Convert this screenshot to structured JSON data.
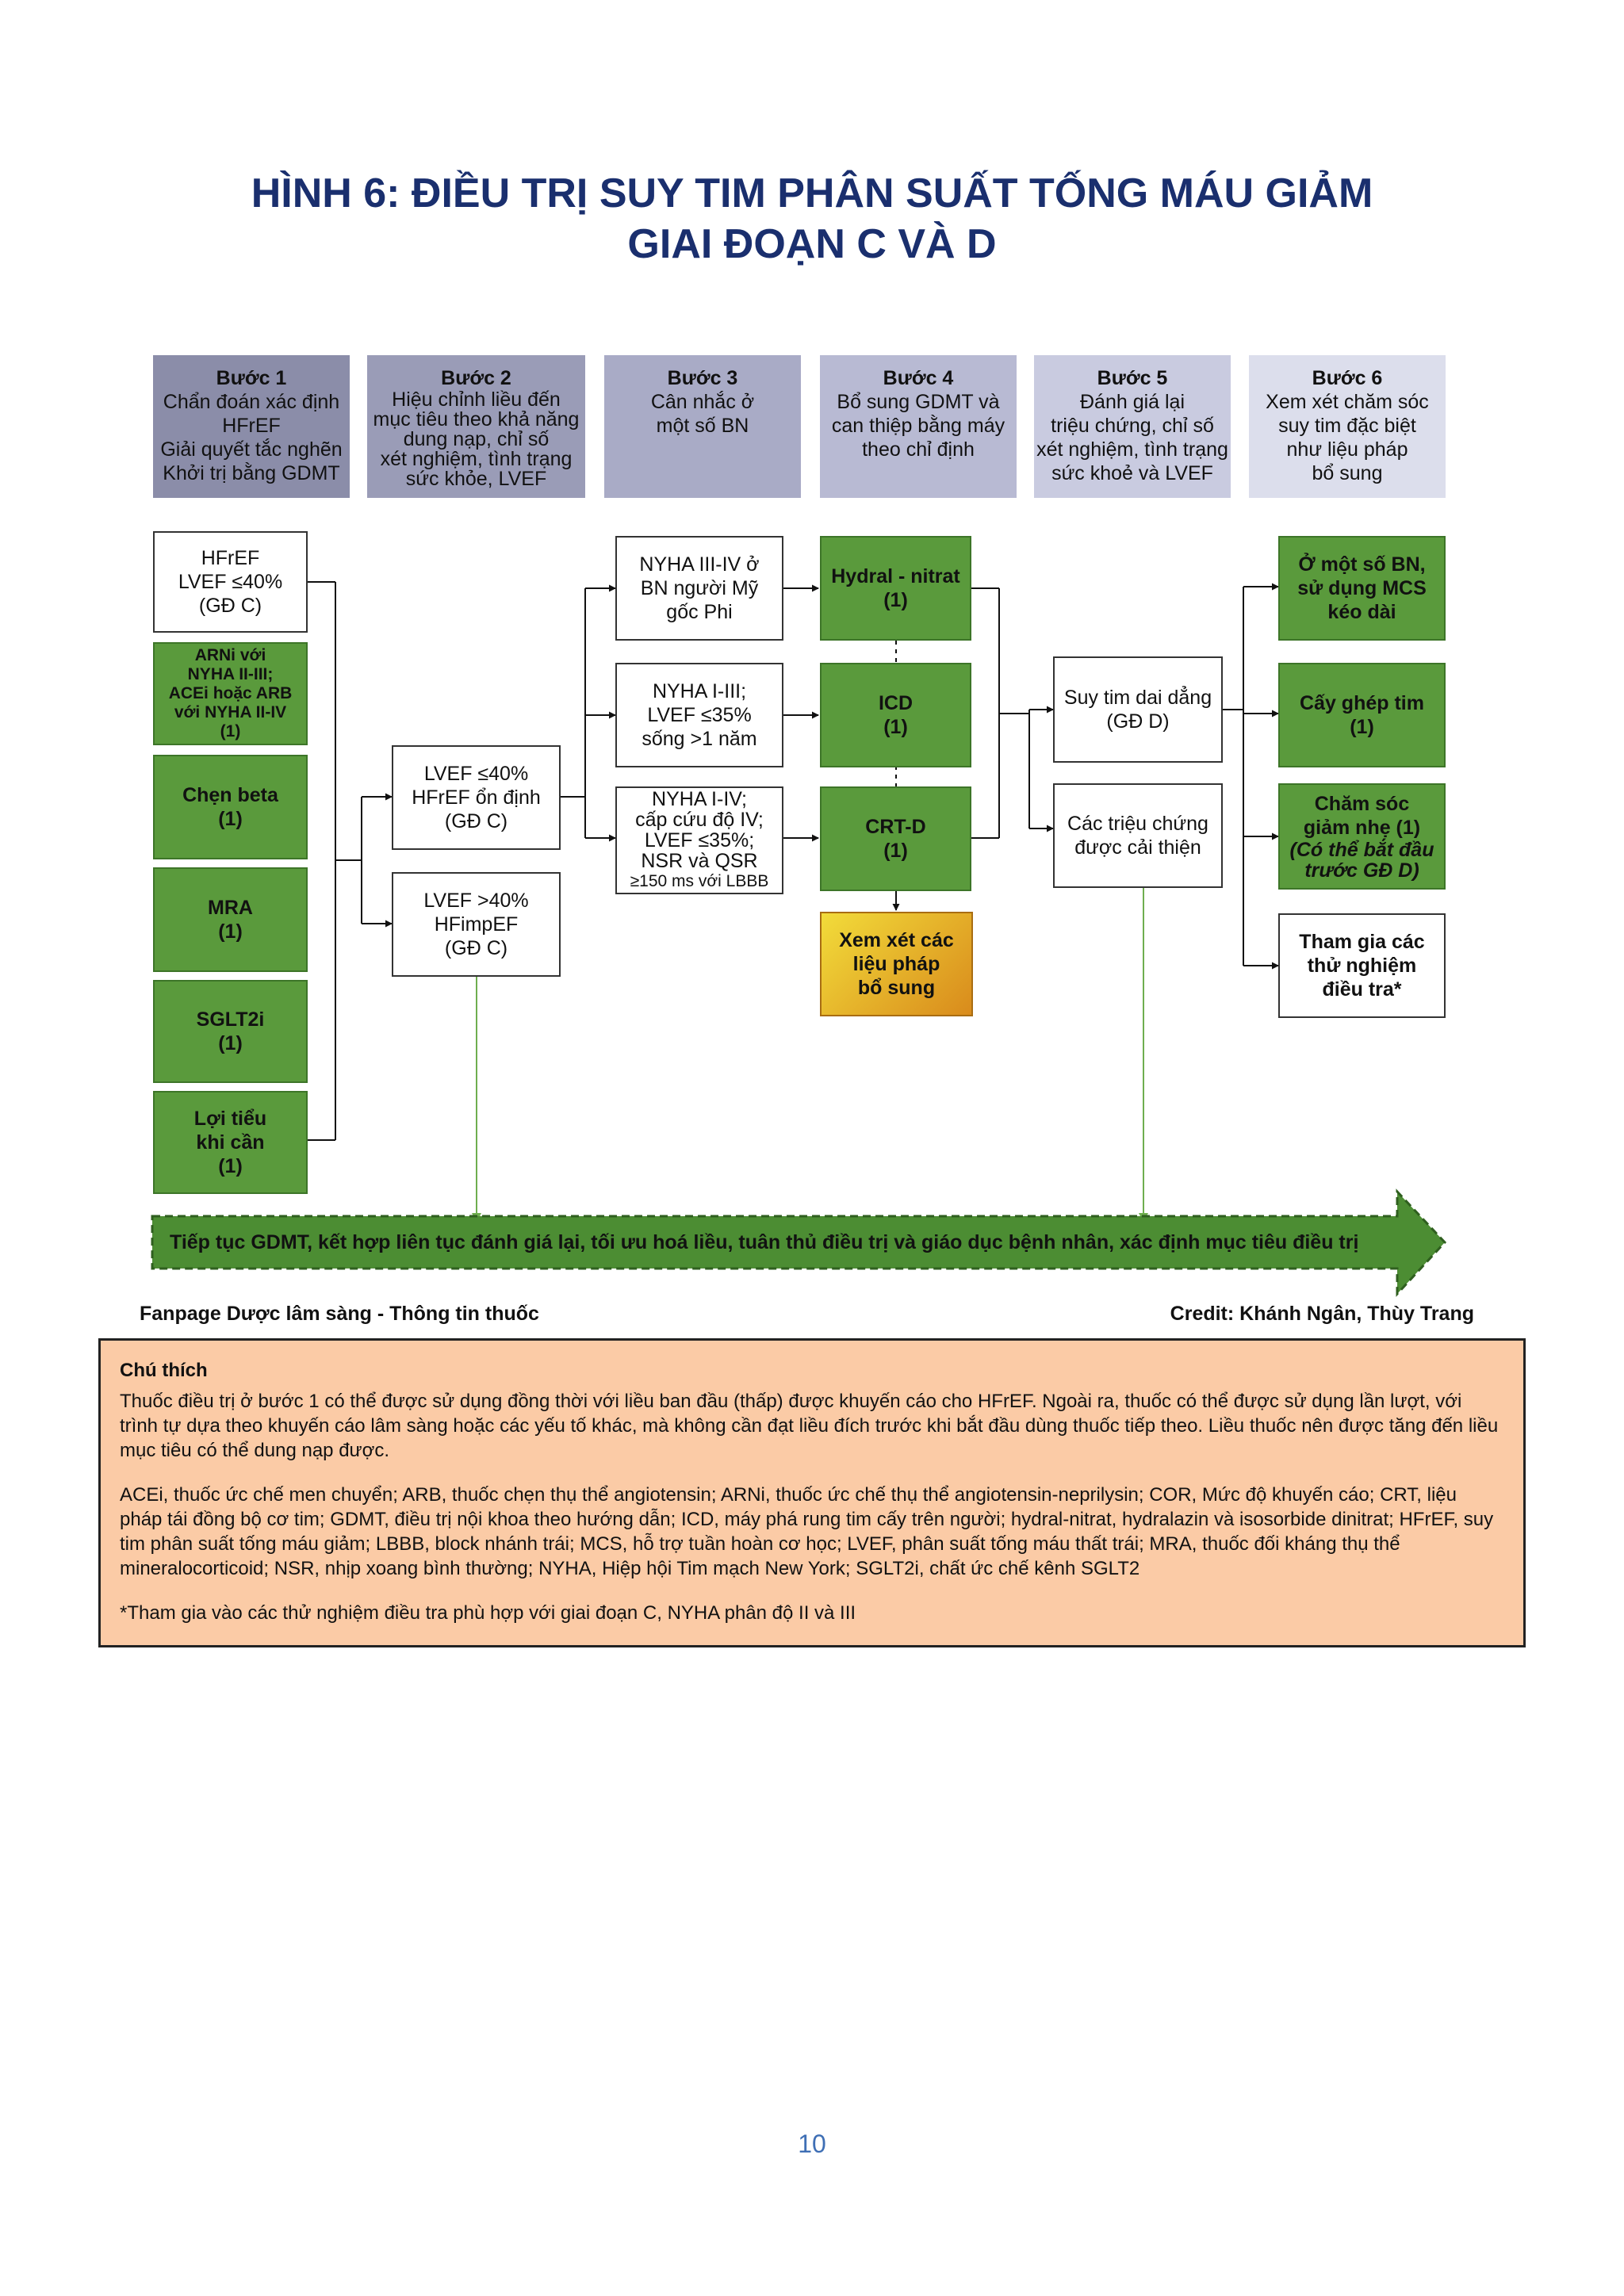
{
  "title": {
    "line1": "HÌNH 6: ĐIỀU TRỊ SUY TIM PHÂN SUẤT TỐNG MÁU GIẢM",
    "line2": "GIAI ĐOẠN C VÀ D"
  },
  "steps": [
    {
      "heading": "Bước 1",
      "lines": [
        "Chẩn đoán xác định",
        "HFrEF",
        "Giải quyết tắc nghẽn",
        "Khởi trị bằng GDMT"
      ]
    },
    {
      "heading": "Bước 2",
      "lines": [
        "Hiệu chỉnh liều đến",
        "mục tiêu theo khả năng",
        "dung nạp, chỉ số",
        "xét nghiệm, tình trạng",
        "sức khỏe, LVEF"
      ]
    },
    {
      "heading": "Bước 3",
      "lines": [
        "Cân nhắc ở",
        "một số BN"
      ]
    },
    {
      "heading": "Bước 4",
      "lines": [
        "Bổ sung GDMT và",
        "can thiệp bằng máy",
        "theo chỉ định"
      ]
    },
    {
      "heading": "Bước 5",
      "lines": [
        "Đánh giá lại",
        "triệu chứng, chỉ số",
        "xét nghiệm, tình trạng",
        "sức khoẻ và LVEF"
      ]
    },
    {
      "heading": "Bước 6",
      "lines": [
        "Xem xét chăm sóc",
        "suy tim đặc biệt",
        "như liệu pháp",
        "bổ sung"
      ]
    }
  ],
  "step1_boxes": [
    {
      "lines": [
        "HFrEF",
        "LVEF ≤40%",
        "(GĐ C)"
      ]
    },
    {
      "lines": [
        "ARNi với",
        "NYHA II-III;",
        "ACEi hoặc ARB",
        "với NYHA II-IV",
        "(1)"
      ]
    },
    {
      "lines": [
        "Chẹn beta",
        "(1)"
      ]
    },
    {
      "lines": [
        "MRA",
        "(1)"
      ]
    },
    {
      "lines": [
        "SGLT2i",
        "(1)"
      ]
    },
    {
      "lines": [
        "Lợi tiểu",
        "khi cần",
        "(1)"
      ]
    }
  ],
  "step2_boxes": [
    {
      "lines": [
        "LVEF ≤40%",
        "HFrEF ổn định",
        "(GĐ C)"
      ]
    },
    {
      "lines": [
        "LVEF >40%",
        "HFimpEF",
        "(GĐ C)"
      ]
    }
  ],
  "step3_boxes": [
    {
      "lines": [
        "NYHA III-IV ở",
        "BN người Mỹ",
        "gốc Phi"
      ]
    },
    {
      "lines": [
        "NYHA I-III;",
        "LVEF ≤35%",
        "sống >1 năm"
      ]
    },
    {
      "lines": [
        "NYHA I-IV;",
        "cấp cứu độ IV;",
        "LVEF ≤35%;",
        "NSR và QSR",
        "≥150 ms với LBBB"
      ]
    }
  ],
  "step4_boxes": [
    {
      "lines": [
        "Hydral - nitrat",
        "(1)"
      ]
    },
    {
      "lines": [
        "ICD",
        "(1)"
      ]
    },
    {
      "lines": [
        "CRT-D",
        "(1)"
      ]
    },
    {
      "lines": [
        "Xem xét các",
        "liệu pháp",
        "bổ sung"
      ]
    }
  ],
  "step5_boxes": [
    {
      "lines": [
        "Suy tim dai dẳng",
        "(GĐ D)"
      ]
    },
    {
      "lines": [
        "Các triệu chứng",
        "được cải thiện"
      ]
    }
  ],
  "step6_boxes": [
    {
      "lines": [
        "Ở một số BN,",
        "sử dụng MCS",
        "kéo dài"
      ]
    },
    {
      "lines": [
        "Cấy ghép tim",
        "(1)"
      ]
    },
    {
      "lines": [
        "Chăm sóc",
        "giảm nhẹ (1)"
      ],
      "italic": [
        "(Có thể bắt đầu",
        "trước GĐ D)"
      ]
    },
    {
      "lines": [
        "Tham gia các",
        "thử nghiệm",
        "điều tra*"
      ]
    }
  ],
  "banner": "Tiếp tục GDMT, kết hợp liên tục đánh giá lại, tối ưu hoá liều, tuân thủ điều trị và giáo dục bệnh nhân, xác định mục tiêu điều trị",
  "footer": {
    "left": "Fanpage Dược lâm sàng - Thông tin thuốc",
    "right": "Credit: Khánh Ngân, Thùy Trang"
  },
  "note": {
    "heading": "Chú thích",
    "para1": "Thuốc điều trị ở bước 1 có thể được sử dụng đồng thời với liều ban đầu (thấp) được khuyến cáo cho HFrEF. Ngoài ra, thuốc có thể được sử dụng lần lượt, với trình tự dựa theo khuyến cáo lâm sàng hoặc các yếu tố khác, mà không cần đạt liều đích trước khi bắt đầu dùng thuốc tiếp theo. Liều thuốc nên được tăng đến liều mục tiêu có thể dung nạp được.",
    "para2": "ACEi, thuốc ức chế men chuyển; ARB, thuốc chẹn thụ thể angiotensin; ARNi, thuốc ức chế thụ thể angiotensin-neprilysin; COR, Mức độ khuyến cáo; CRT, liệu pháp tái đồng bộ cơ tim; GDMT, điều trị nội khoa theo hướng dẫn; ICD, máy phá rung tim cấy trên người; hydral-nitrat, hydralazin và isosorbide dinitrat; HFrEF, suy tim phân suất tống máu giảm; LBBB, block nhánh trái; MCS, hỗ trợ tuần hoàn cơ học; LVEF, phân suất tống máu thất trái; MRA, thuốc đối kháng thụ thể mineralocorticoid; NSR, nhịp xoang bình thường; NYHA, Hiệp hội Tim mạch New York; SGLT2i, chất ức chế kênh SGLT2",
    "para3": "*Tham gia vào các thử nghiệm điều tra phù hợp với giai đoạn C, NYHA phân độ II và III"
  },
  "page_number": "10",
  "colors": {
    "title": "#1a2f6e",
    "green": "#5a9a3c",
    "banner_green": "#4c8d33",
    "note_bg": "#fbcba6",
    "page_number": "#3f6fb5",
    "step_headers": [
      "#8b8da9",
      "#9a9cb7",
      "#a9abc6",
      "#b8bad3",
      "#c9cbe0",
      "#dcdeec"
    ]
  }
}
